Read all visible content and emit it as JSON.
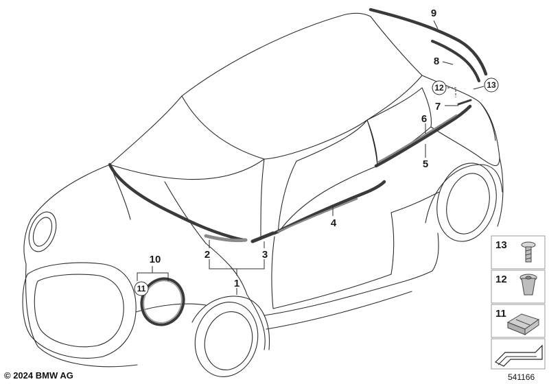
{
  "callouts": {
    "c1": "1",
    "c2": "2",
    "c3": "3",
    "c4": "4",
    "c5": "5",
    "c6": "6",
    "c7": "7",
    "c8": "8",
    "c9": "9",
    "c10": "10",
    "c11": "11",
    "c12": "12",
    "c13": "13"
  },
  "legend": {
    "item13": "13",
    "item12": "12",
    "item11": "11"
  },
  "footer": {
    "copyright": "© 2024 BMW AG",
    "diagram_number": "541166"
  },
  "colors": {
    "outline": "#2b2b2b",
    "trim": "#3a3a3a",
    "trim_highlight": "#8a8a8a",
    "panel_border": "#9a9a9a",
    "panel_fill": "#ffffff"
  }
}
